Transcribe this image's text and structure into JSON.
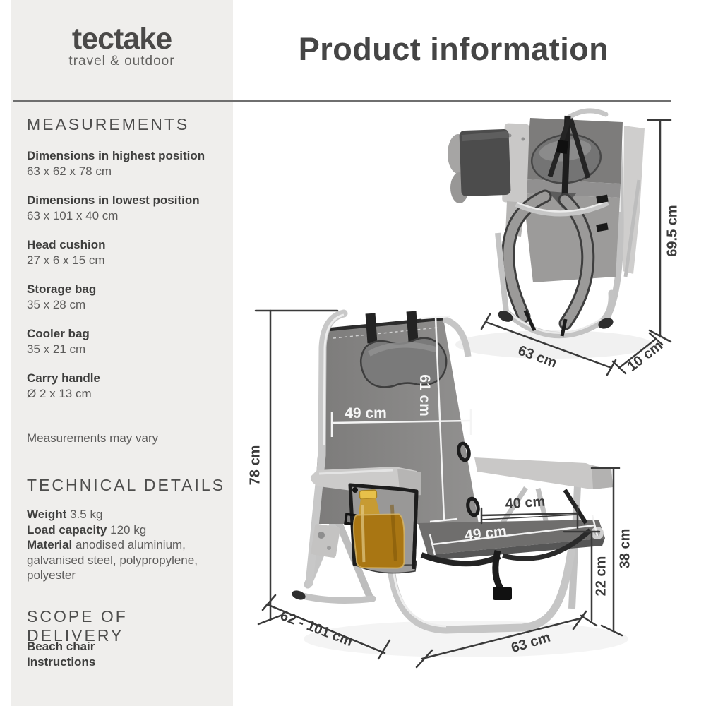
{
  "brand": {
    "name": "tectake",
    "tagline": "travel & outdoor"
  },
  "title": "Product information",
  "sidebar": {
    "measurements": {
      "heading": "MEASUREMENTS",
      "items": [
        {
          "label": "Dimensions in highest position",
          "value": "63 x 62 x 78 cm"
        },
        {
          "label": "Dimensions in lowest position",
          "value": "63 x 101 x 40 cm"
        },
        {
          "label": "Head cushion",
          "value": "27 x 6 x 15 cm"
        },
        {
          "label": "Storage bag",
          "value": "35 x 28 cm"
        },
        {
          "label": "Cooler bag",
          "value": "35 x 21 cm"
        },
        {
          "label": "Carry handle",
          "value": "Ø 2 x 13 cm"
        }
      ],
      "note": "Measurements may vary"
    },
    "technical": {
      "heading": "TECHNICAL DETAILS",
      "items": [
        {
          "label": "Weight",
          "value": "3.5 kg"
        },
        {
          "label": "Load capacity",
          "value": "120 kg"
        },
        {
          "label": "Material",
          "value": "anodised aluminium, galvanised steel, polypropylene, polyester"
        }
      ]
    },
    "delivery": {
      "heading": "SCOPE OF DELIVERY",
      "items": [
        "Beach chair",
        "Instructions"
      ]
    }
  },
  "dims": {
    "fold_height": "69.5 cm",
    "fold_width": "63 cm",
    "fold_depth": "10 cm",
    "total_height": "78 cm",
    "backrest_width": "49 cm",
    "backrest_height": "61 cm",
    "seat_width": "49 cm",
    "seat_depth": "40 cm",
    "seat_height": "22 cm",
    "armrest_height": "38 cm",
    "depth_range": "62 - 101 cm",
    "overall_width": "63 cm"
  },
  "colors": {
    "sidebar_bg": "#efeeec",
    "text_dark": "#3e3e3d",
    "text_mid": "#5c5b5a",
    "fabric_gray": "#868685",
    "frame_silver": "#c6c6c6",
    "strap_black": "#1e1e1e",
    "bottle_amber": "#a97613"
  }
}
